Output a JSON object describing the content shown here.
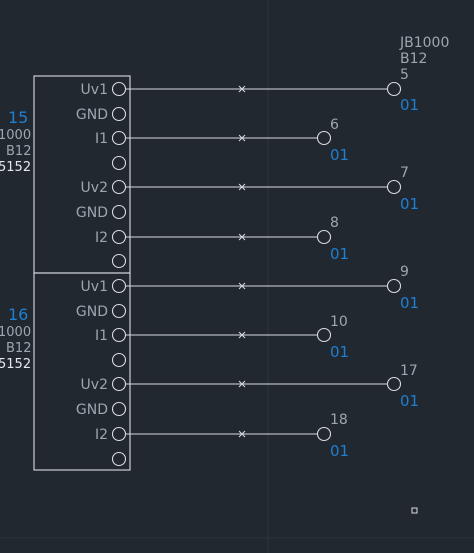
{
  "colors": {
    "background": "#212830",
    "line": "#d9dde2",
    "label_gray": "#9ea6ae",
    "label_blue": "#1f7fd0"
  },
  "device": {
    "name": "JB1000",
    "type": "B12"
  },
  "modules": [
    {
      "number": "15",
      "name": "1000",
      "type": "B12",
      "code": "5152",
      "pins": [
        "Uv1",
        "GND",
        "I1",
        "",
        "Uv2",
        "GND",
        "I2",
        ""
      ]
    },
    {
      "number": "16",
      "name": "1000",
      "type": "B12",
      "code": "5152",
      "pins": [
        "Uv1",
        "GND",
        "I1",
        "",
        "Uv2",
        "GND",
        "I2",
        ""
      ]
    }
  ],
  "connections": [
    {
      "terminal": "5",
      "group": "01"
    },
    {
      "terminal": "6",
      "group": "01"
    },
    {
      "terminal": "7",
      "group": "01"
    },
    {
      "terminal": "8",
      "group": "01"
    },
    {
      "terminal": "9",
      "group": "01"
    },
    {
      "terminal": "10",
      "group": "01"
    },
    {
      "terminal": "17",
      "group": "01"
    },
    {
      "terminal": "18",
      "group": "01"
    }
  ]
}
